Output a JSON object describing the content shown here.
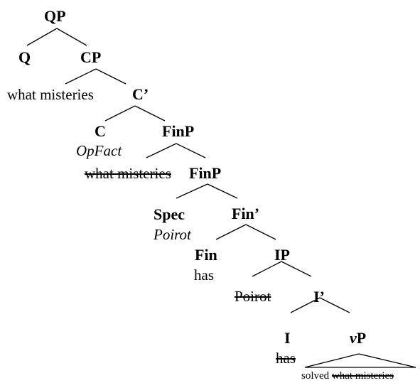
{
  "tree": {
    "qp": "QP",
    "q": "Q",
    "cp": "CP",
    "what_misteries_1": "what misteries",
    "c_bar": "C’",
    "c": "C",
    "opfact": "OpFact",
    "finp_upper": "FinP",
    "what_misteries_2": "what misteries",
    "finp_lower": "FinP",
    "spec": "Spec",
    "poirot_1": "Poirot",
    "fin_bar": "Fin’",
    "fin": "Fin",
    "has_1": "has",
    "ip": "IP",
    "poirot_2": "Poirot",
    "i_bar": "I’",
    "i": "I",
    "has_2": "has",
    "vp_v": "v",
    "vp_p": "P",
    "solved": "solved",
    "what_misteries_3": "what misteries"
  }
}
